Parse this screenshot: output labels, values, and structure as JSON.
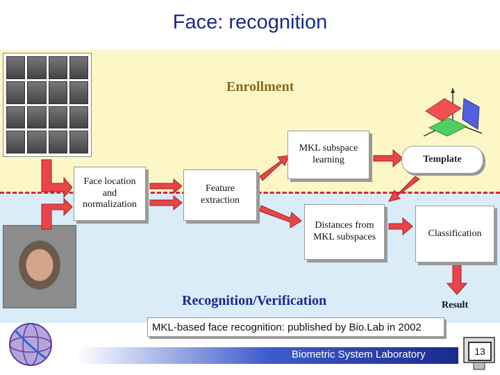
{
  "slide": {
    "title": "Face: recognition",
    "enrollment_label": "Enrollment",
    "recognition_label": "Recognition/Verification",
    "result_label": "Result"
  },
  "boxes": {
    "face_location": "Face location and normalization",
    "feature_extraction": "Feature extraction",
    "mkl_learning": "MKL subspace learning",
    "distances": "Distances from MKL subspaces",
    "classification": "Classification",
    "template": "Template"
  },
  "note": "MKL-based face recognition: published by Bio.Lab in 2002",
  "footer": {
    "lab_name": "Biometric System Laboratory",
    "page_number": "13"
  },
  "colors": {
    "title": "#1a2a8c",
    "enroll_band": "#fdf7c7",
    "recog_band": "#d9ecf8",
    "arrow": "#e8454a",
    "divider": "#d22a2a"
  },
  "icons": [
    "face-gallery-image",
    "face-portrait-image",
    "subspace-planes-icon",
    "globe-logo-icon",
    "monitor-icon"
  ]
}
